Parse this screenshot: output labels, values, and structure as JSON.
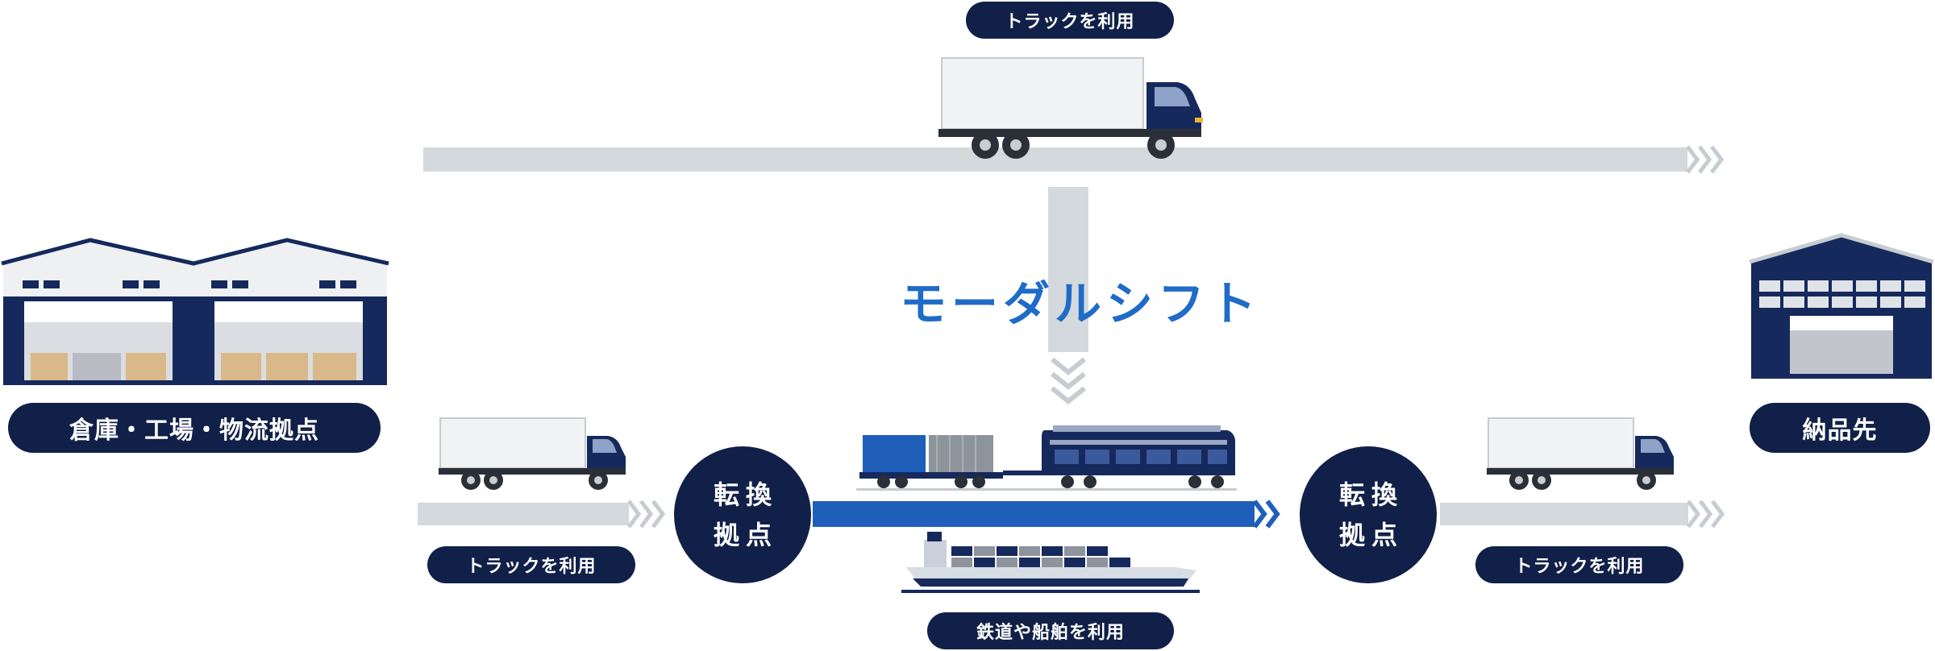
{
  "labels": {
    "top_route": "トラックを利用",
    "origin": "倉庫・工場・物流拠点",
    "destination": "納品先",
    "first_leg": "トラックを利用",
    "last_leg": "トラックを利用",
    "main_leg": "鉄道や船舶を利用",
    "hub_in_line1": "転換",
    "hub_in_line2": "拠点",
    "hub_out_line1": "転換",
    "hub_out_line2": "拠点",
    "shift_title": "モーダルシフト"
  },
  "colors": {
    "navy": "#102048",
    "accent_blue": "#1f6bc8",
    "route_gray": "#d4d9dd",
    "chevron_gray": "#c6ccd1"
  },
  "icons": [
    "warehouse-icon",
    "destination-building-icon",
    "truck-icon",
    "freight-train-icon",
    "container-ship-icon",
    "chevron-right-icon",
    "chevron-down-icon"
  ]
}
